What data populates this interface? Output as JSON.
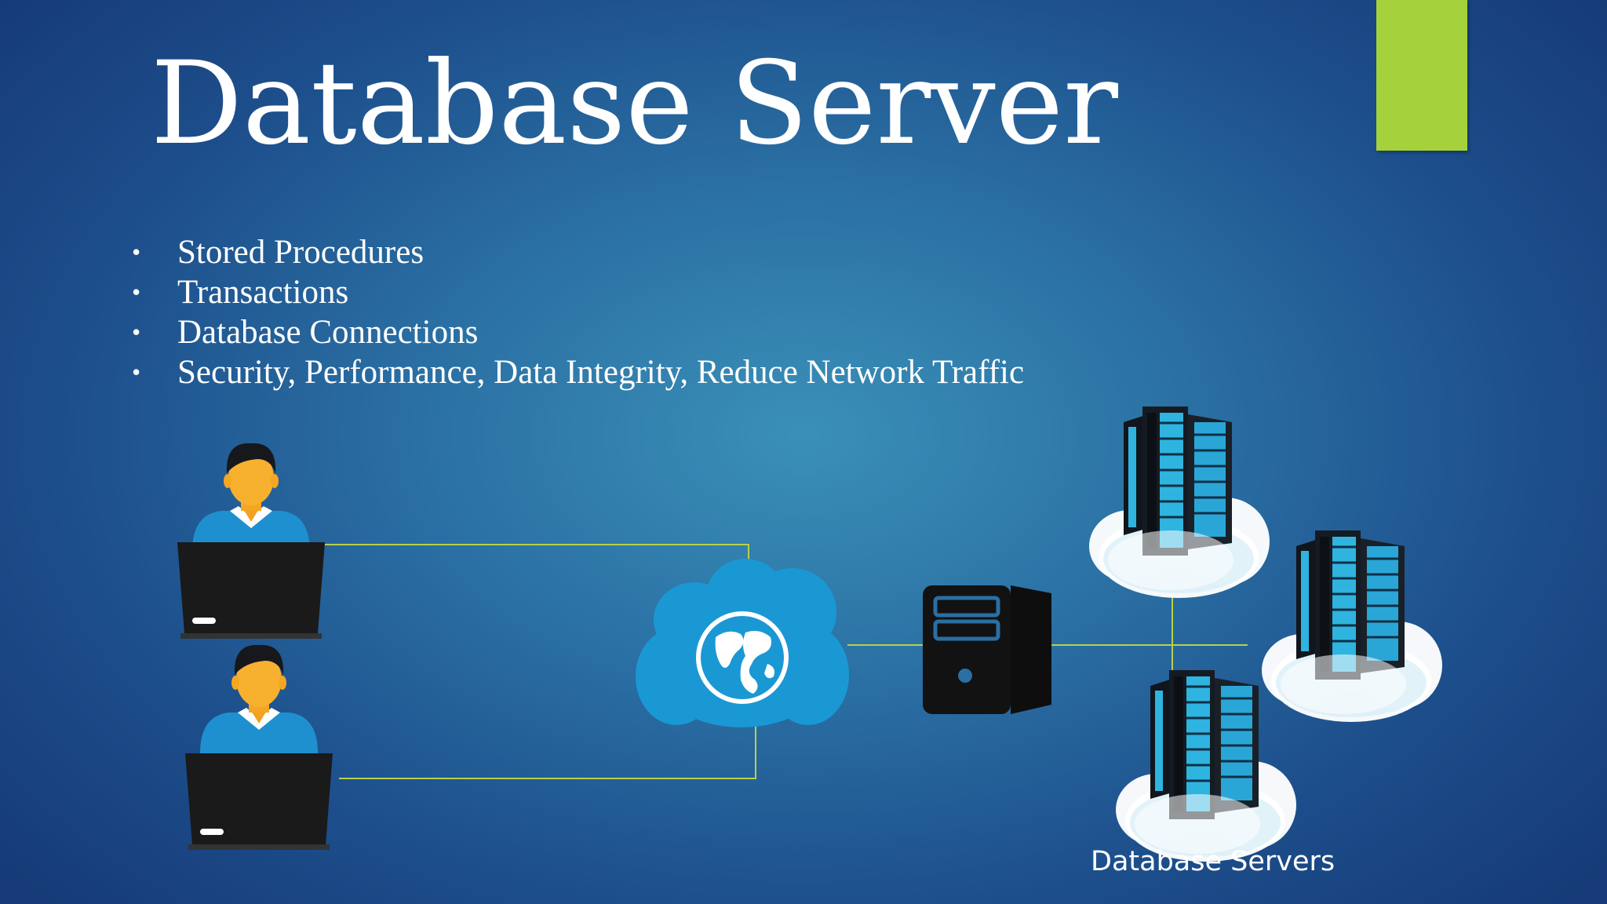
{
  "slide": {
    "title": "Database Server",
    "bullets": [
      "Stored Procedures",
      "Transactions",
      "Database Connections",
      "Security, Performance, Data Integrity, Reduce Network Traffic"
    ],
    "bullet_symbol": "•"
  },
  "diagram": {
    "caption": "Database Servers",
    "nodes": {
      "clients": 2,
      "database_servers": 3
    },
    "colors": {
      "accent": "#a5d13a",
      "connector": "#b6d14a",
      "person_shirt": "#1e90d0",
      "person_skin": "#f5a623",
      "hair": "#16181c",
      "laptop": "#1a1a1a",
      "cloud": "#1a98d4",
      "server_panel": "#2fb4e0"
    },
    "icons": [
      "user-icon",
      "laptop-icon",
      "globe-cloud-icon",
      "server-tower-icon",
      "server-rack-cloud-icon"
    ]
  }
}
